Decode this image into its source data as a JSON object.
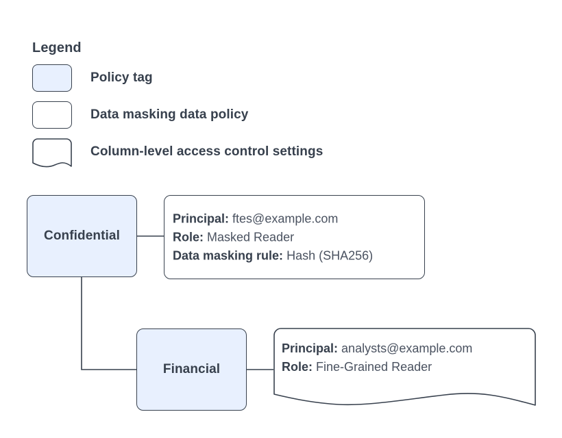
{
  "legend": {
    "title": "Legend",
    "items": [
      {
        "label": "Policy tag",
        "swatch": "rounded-rect-filled-icon"
      },
      {
        "label": "Data masking data policy",
        "swatch": "rounded-rect-outline-icon"
      },
      {
        "label": "Column-level access control settings",
        "swatch": "document-wavy-bottom-icon"
      }
    ]
  },
  "diagram": {
    "nodes": [
      {
        "id": "confidential",
        "label": "Confidential"
      },
      {
        "id": "financial",
        "label": "Financial"
      }
    ],
    "callouts": [
      {
        "id": "confidential-policy",
        "shape": "rounded-rect",
        "lines": [
          {
            "key": "Principal:",
            "value": "ftes@example.com"
          },
          {
            "key": "Role:",
            "value": "Masked Reader"
          },
          {
            "key": "Data masking rule:",
            "value": "Hash (SHA256)"
          }
        ]
      },
      {
        "id": "financial-policy",
        "shape": "document-wavy-bottom",
        "lines": [
          {
            "key": "Principal:",
            "value": "analysts@example.com"
          },
          {
            "key": "Role:",
            "value": "Fine-Grained Reader"
          }
        ]
      }
    ],
    "edges": [
      {
        "from": "confidential",
        "to": "confidential-policy"
      },
      {
        "from": "confidential",
        "to": "financial"
      },
      {
        "from": "financial",
        "to": "financial-policy"
      }
    ]
  },
  "colors": {
    "tag_fill": "#e8f0fe",
    "stroke": "#37404d",
    "text_key": "#37404d",
    "text_value": "#4a5260",
    "background": "#ffffff"
  }
}
